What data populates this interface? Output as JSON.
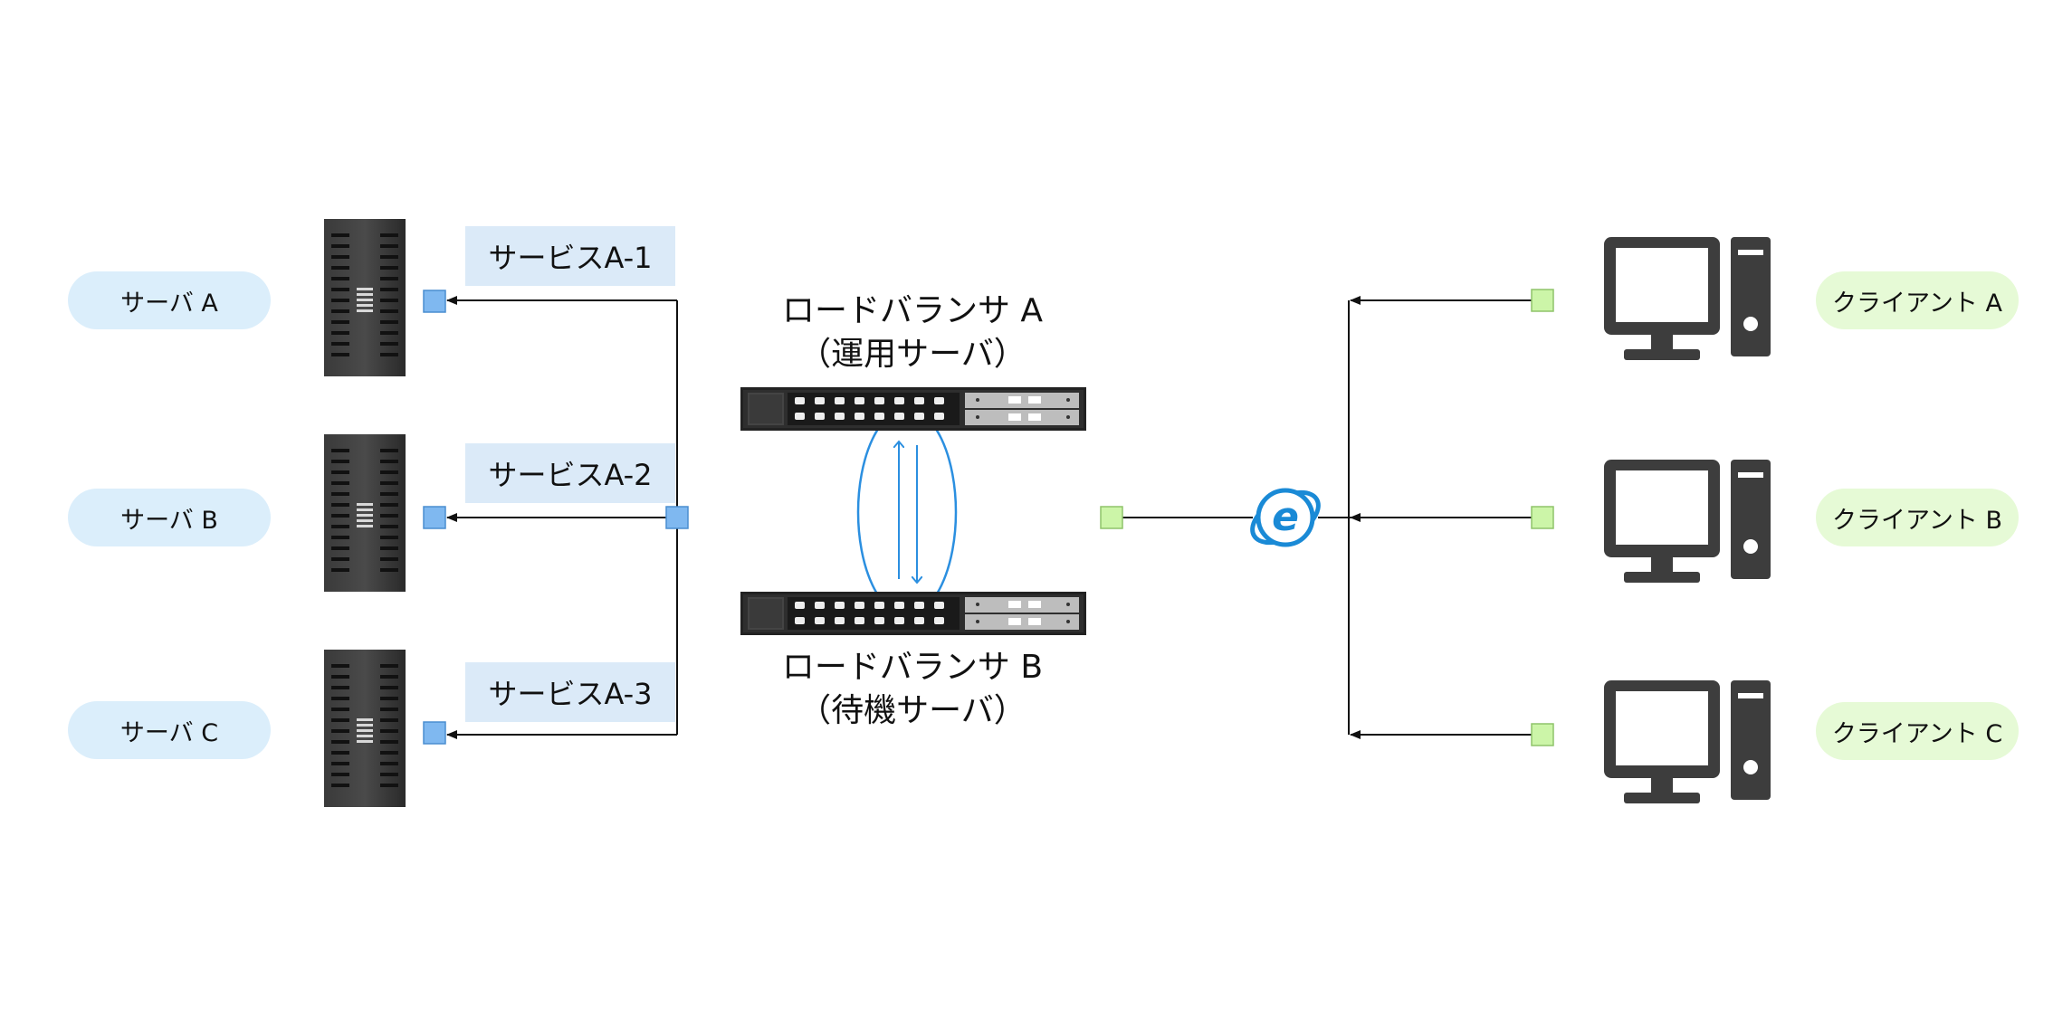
{
  "servers": [
    {
      "label": "サーバ A",
      "service": "サービスA-1"
    },
    {
      "label": "サーバ B",
      "service": "サービスA-2"
    },
    {
      "label": "サーバ C",
      "service": "サービスA-3"
    }
  ],
  "load_balancers": [
    {
      "name": "ロードバランサ A",
      "role": "（運用サーバ）"
    },
    {
      "name": "ロードバランサ B",
      "role": "（待機サーバ）"
    }
  ],
  "clients": [
    {
      "label": "クライアント A"
    },
    {
      "label": "クライアント B"
    },
    {
      "label": "クライアント C"
    }
  ],
  "icons": {
    "server": "server-rack-icon",
    "switch": "network-switch-icon",
    "browser": "internet-explorer-icon",
    "client": "desktop-computer-icon"
  },
  "colors": {
    "server_pill": "#dbeefb",
    "client_pill": "#e6fad6",
    "service_box": "#dbeaf8",
    "server_port": "#7fb8f0",
    "client_port": "#ccf5a8",
    "failover_loop": "#2b8fe0",
    "ie_blue": "#1a8ad6"
  }
}
